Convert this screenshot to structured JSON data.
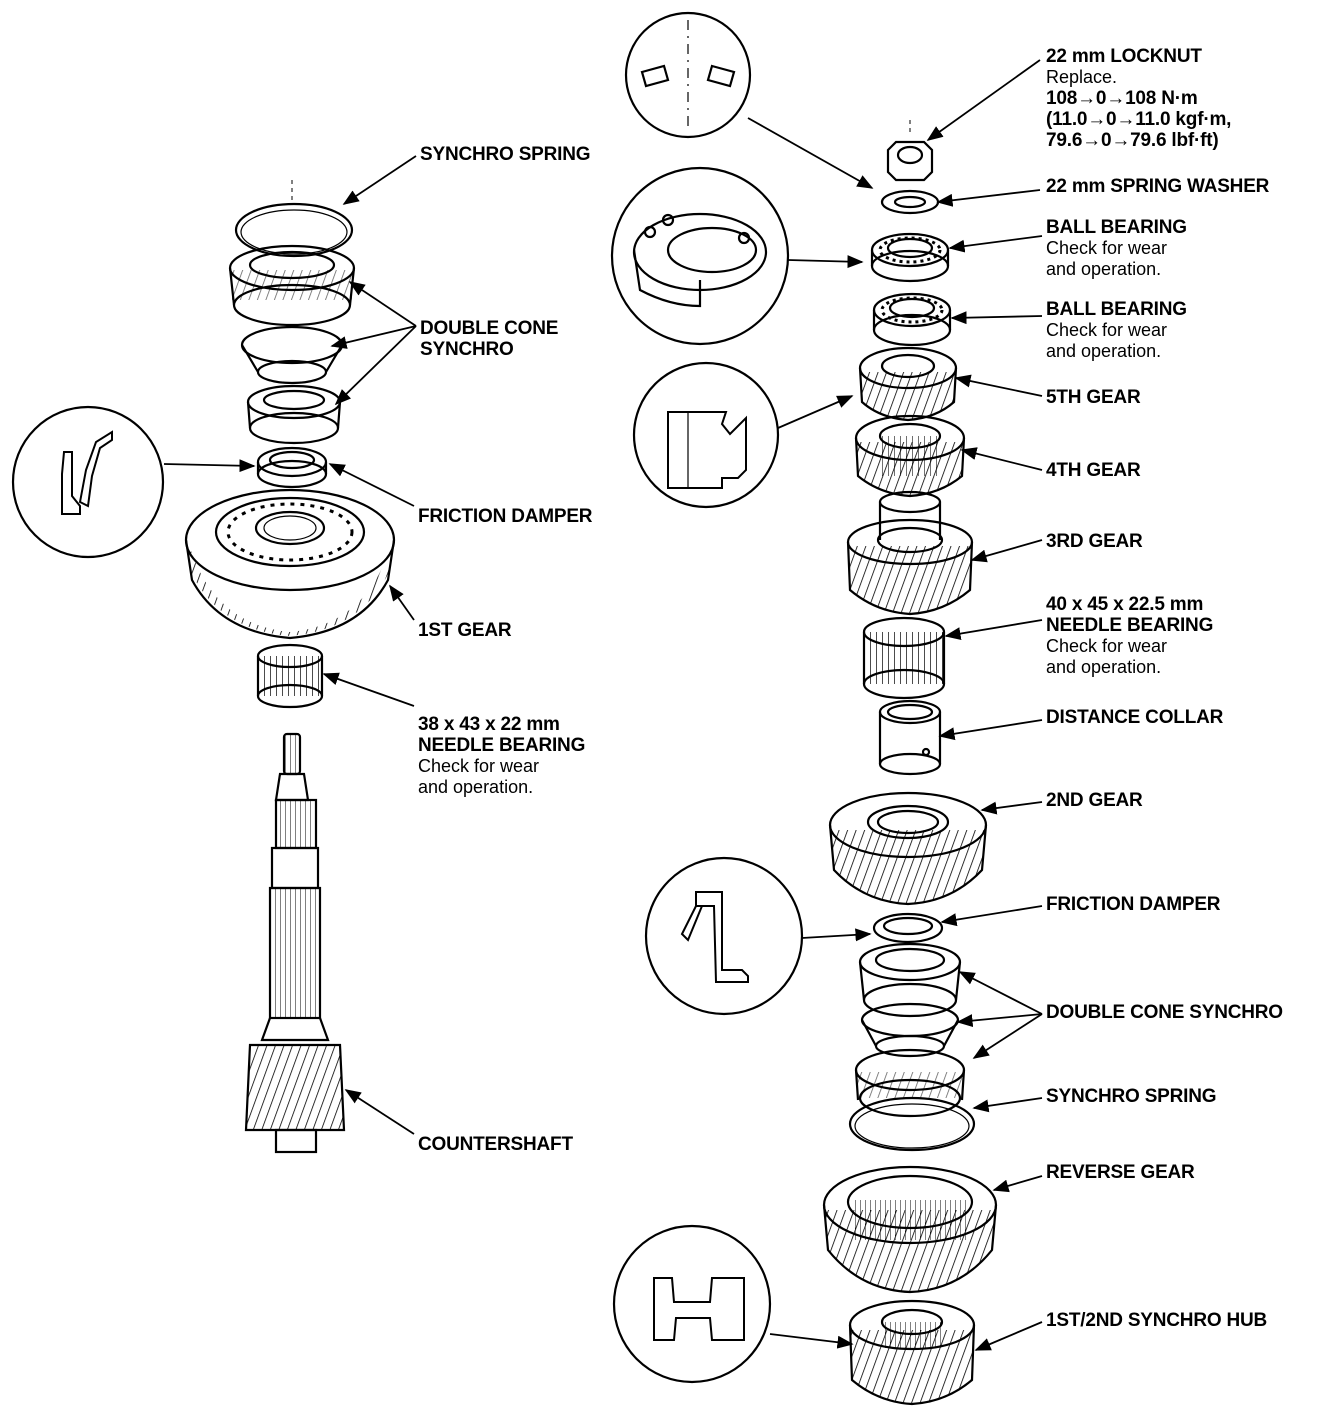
{
  "left_labels": {
    "synchro_spring": "SYNCHRO SPRING",
    "double_cone_synchro": [
      "DOUBLE CONE",
      "SYNCHRO"
    ],
    "friction_damper": "FRICTION DAMPER",
    "first_gear": "1ST GEAR",
    "needle_bearing": {
      "size": "38 x 43 x 22 mm",
      "name": "NEEDLE BEARING",
      "note": [
        "Check for wear",
        "and operation."
      ]
    },
    "countershaft": "COUNTERSHAFT"
  },
  "right_labels": {
    "locknut": {
      "name": "22 mm LOCKNUT",
      "note": "Replace.",
      "torque": [
        "108→0→108 N·m",
        "(11.0→0→11.0 kgf·m,",
        "79.6→0→79.6 lbf·ft)"
      ]
    },
    "spring_washer": "22 mm SPRING WASHER",
    "ball_bearing_1": {
      "name": "BALL BEARING",
      "note": [
        "Check for wear",
        "and operation."
      ]
    },
    "ball_bearing_2": {
      "name": "BALL BEARING",
      "note": [
        "Check for wear",
        "and operation."
      ]
    },
    "fifth_gear": "5TH GEAR",
    "fourth_gear": "4TH GEAR",
    "third_gear": "3RD GEAR",
    "needle_bearing": {
      "size": "40 x 45 x 22.5 mm",
      "name": "NEEDLE BEARING",
      "note": [
        "Check for wear",
        "and operation."
      ]
    },
    "distance_collar": "DISTANCE COLLAR",
    "second_gear": "2ND GEAR",
    "friction_damper": "FRICTION DAMPER",
    "double_cone_synchro": "DOUBLE CONE SYNCHRO",
    "synchro_spring": "SYNCHRO SPRING",
    "reverse_gear": "REVERSE GEAR",
    "synchro_hub": "1ST/2ND SYNCHRO HUB"
  },
  "colors": {
    "ink": "#000000",
    "paper": "#ffffff"
  }
}
